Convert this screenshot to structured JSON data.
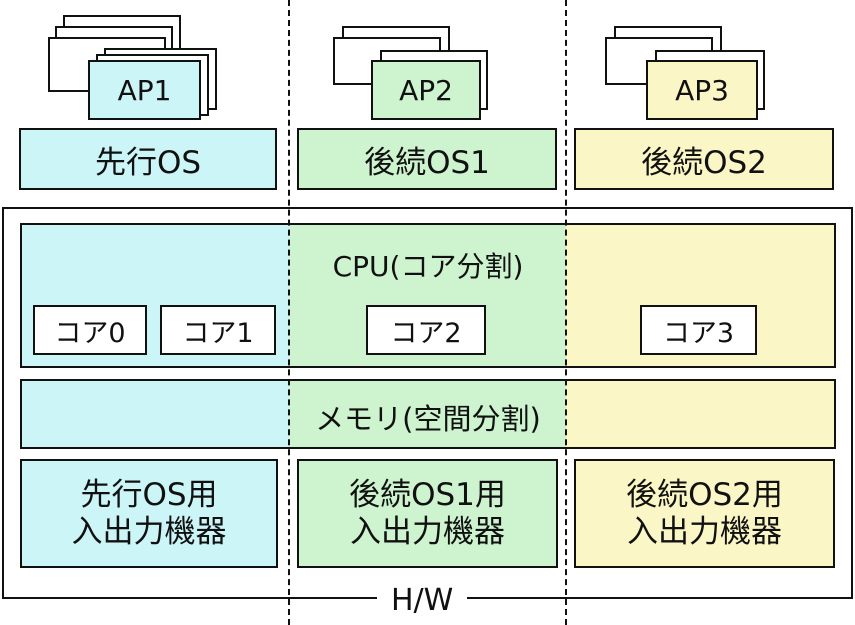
{
  "apps": [
    {
      "label": "AP1"
    },
    {
      "label": "AP2"
    },
    {
      "label": "AP3"
    }
  ],
  "os": [
    {
      "label": "先行OS"
    },
    {
      "label": "後続OS1"
    },
    {
      "label": "後続OS2"
    }
  ],
  "cpu": {
    "label": "CPU(コア分割)",
    "cores": [
      "コア0",
      "コア1",
      "コア2",
      "コア3"
    ]
  },
  "memory": {
    "label": "メモリ(空間分割)"
  },
  "io": [
    {
      "line1": "先行OS用",
      "line2": "入出力機器"
    },
    {
      "line1": "後続OS1用",
      "line2": "入出力機器"
    },
    {
      "line1": "後続OS2用",
      "line2": "入出力機器"
    }
  ],
  "hardware": {
    "label": "H/W"
  },
  "colors": {
    "preceding_os": "#ccf5f8",
    "subsequent_os1": "#cdf3cf",
    "subsequent_os2": "#fbf6c6"
  }
}
